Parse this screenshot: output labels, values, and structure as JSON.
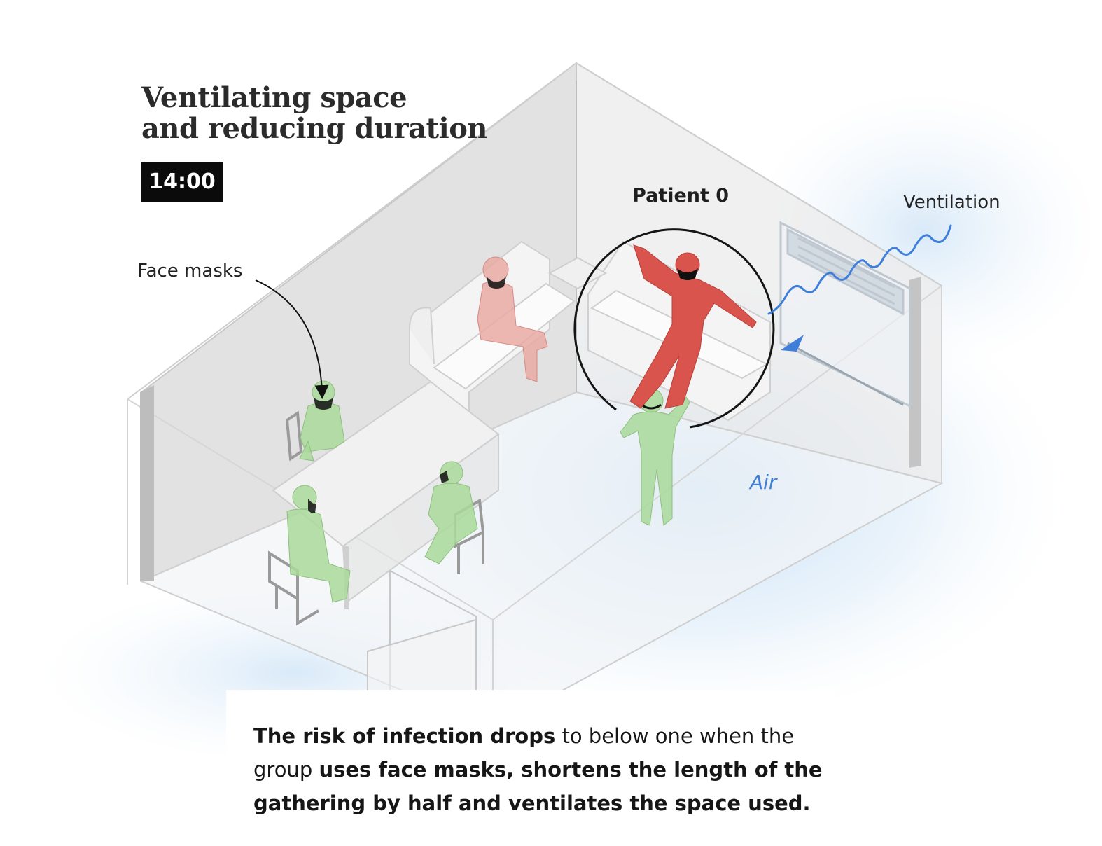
{
  "title": {
    "line1": "Ventilating space",
    "line2": "and reducing duration"
  },
  "time": "14:00",
  "labels": {
    "face_masks": "Face masks",
    "patient": "Patient 0",
    "ventilation": "Ventilation",
    "air": "Air"
  },
  "caption": {
    "b1": "The risk of infection drops",
    "t1": " to below one when the group ",
    "b2": "uses face masks, shortens the length of the gathering by half and ventilates the space used."
  },
  "colors": {
    "infected": "#d9544d",
    "infected_light": "#e9a9a3",
    "masked": "#a9d99a",
    "air": "#3f7fdc",
    "badge": "#0b0b0b"
  },
  "icons": [
    "face-mask-icon",
    "ventilation-wave-icon"
  ]
}
